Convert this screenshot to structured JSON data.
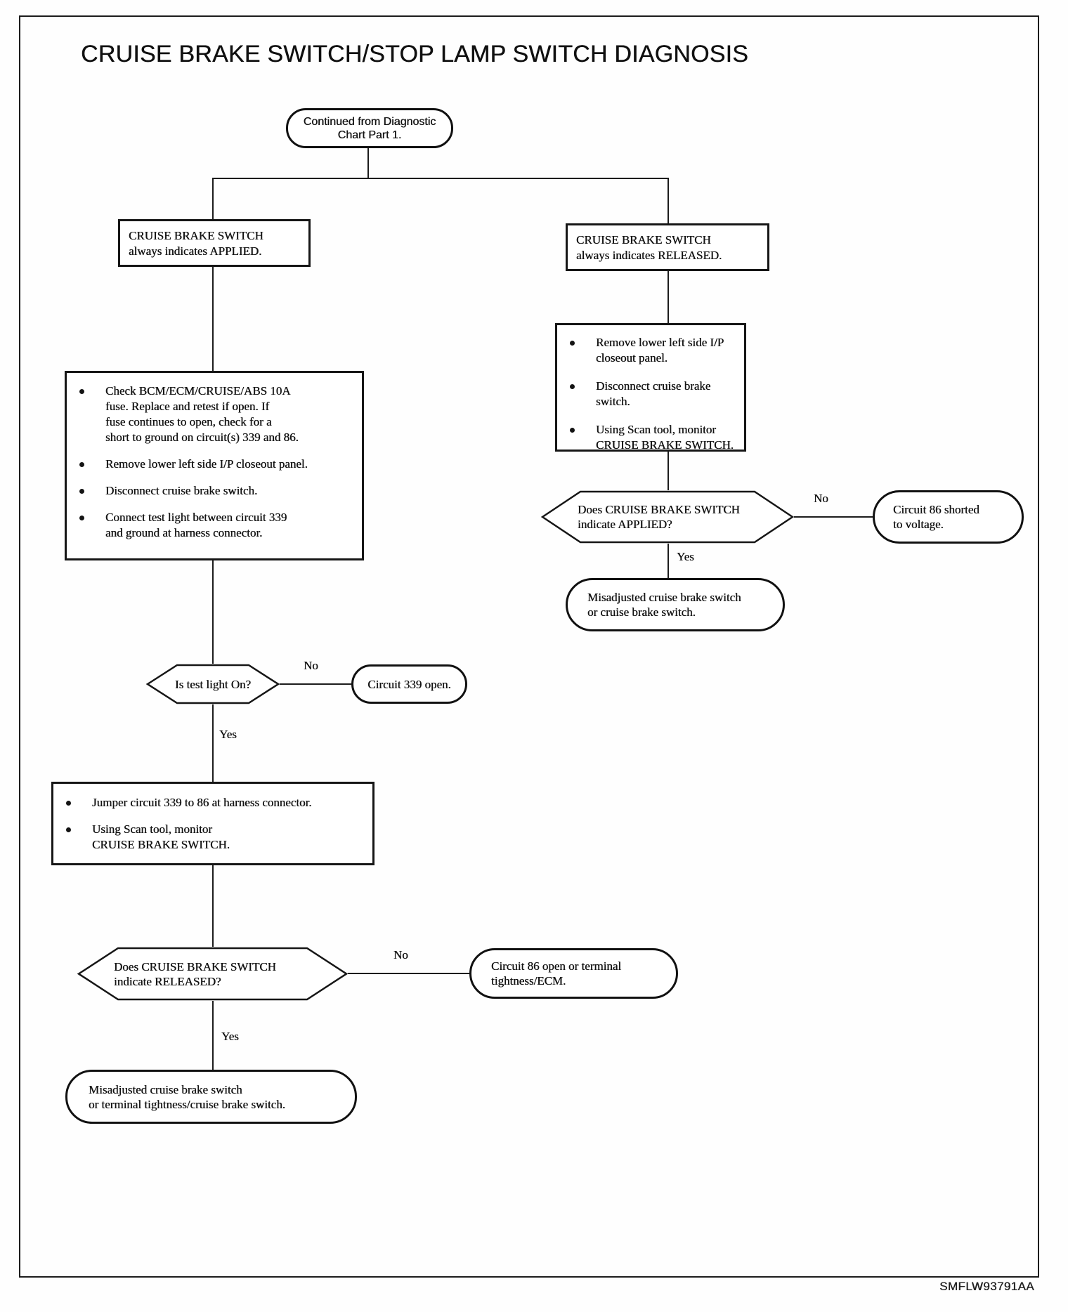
{
  "page": {
    "title": "CRUISE BRAKE SWITCH/STOP LAMP SWITCH DIAGNOSIS",
    "footer_code": "SMFLW93791AA"
  },
  "start_node": "Continued from Diagnostic\nChart Part 1.",
  "left_branch": {
    "condition": "CRUISE BRAKE SWITCH\nalways indicates APPLIED.",
    "action_steps_1": [
      "Check BCM/ECM/CRUISE/ABS 10A\nfuse. Replace and retest if open. If\nfuse continues to open, check for a\nshort to ground on circuit(s) 339 and 86.",
      "Remove lower left side I/P closeout panel.",
      "Disconnect cruise brake switch.",
      "Connect test light between circuit 339\nand ground at harness connector."
    ],
    "decision_1": "Is test light On?",
    "decision_1_no_label": "No",
    "decision_1_no_result": "Circuit 339 open.",
    "decision_1_yes_label": "Yes",
    "action_steps_2": [
      "Jumper circuit 339 to 86 at harness connector.",
      "Using Scan tool, monitor\nCRUISE BRAKE SWITCH."
    ],
    "decision_2": "Does CRUISE BRAKE SWITCH\nindicate RELEASED?",
    "decision_2_no_label": "No",
    "decision_2_no_result": "Circuit 86 open or terminal\ntightness/ECM.",
    "decision_2_yes_label": "Yes",
    "decision_2_yes_result": "Misadjusted cruise brake switch\nor terminal tightness/cruise brake switch."
  },
  "right_branch": {
    "condition": "CRUISE BRAKE SWITCH\nalways indicates RELEASED.",
    "action_steps": [
      "Remove lower left side I/P\ncloseout panel.",
      "Disconnect cruise brake switch.",
      "Using Scan tool, monitor\nCRUISE BRAKE SWITCH."
    ],
    "decision": "Does CRUISE BRAKE SWITCH\nindicate APPLIED?",
    "decision_no_label": "No",
    "decision_no_result": "Circuit 86 shorted\nto voltage.",
    "decision_yes_label": "Yes",
    "decision_yes_result": "Misadjusted cruise brake switch\nor cruise brake switch."
  }
}
